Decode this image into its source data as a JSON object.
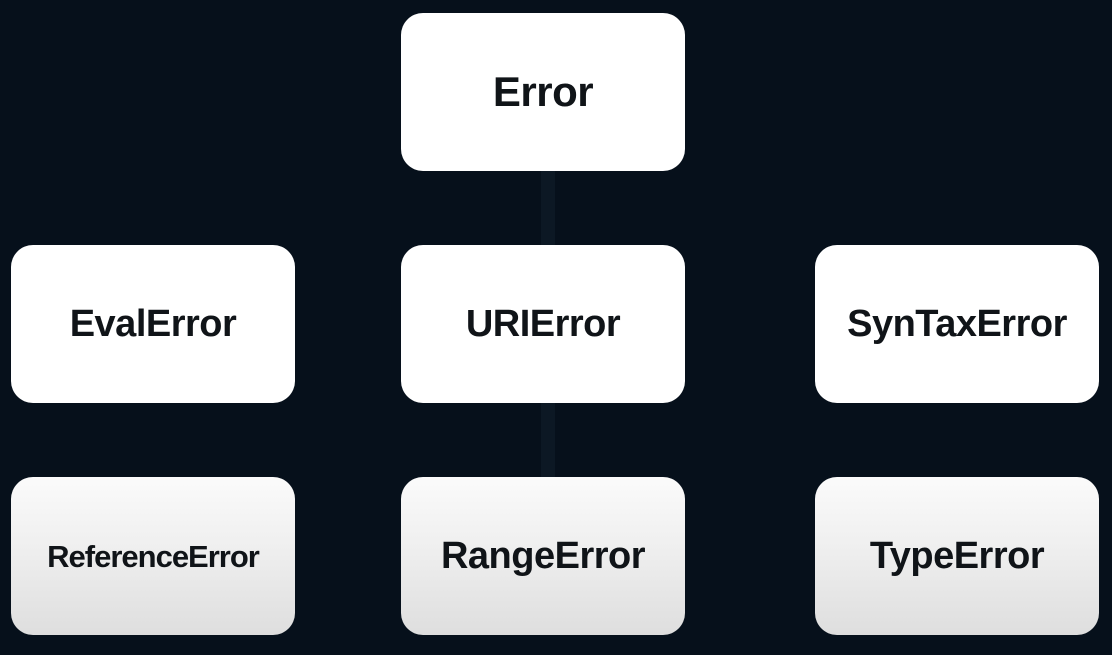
{
  "diagram": {
    "colors": {
      "background": "#06101b",
      "node_fill": "#ffffff",
      "node_fill_shaded": "#e6e6e6",
      "node_text": "#101418"
    },
    "nodes": {
      "error": "Error",
      "eval_error": "EvalError",
      "uri_error": "URIError",
      "syntax_error": "SynTaxError",
      "reference_error": "ReferenceError",
      "range_error": "RangeError",
      "type_error": "TypeError"
    }
  }
}
